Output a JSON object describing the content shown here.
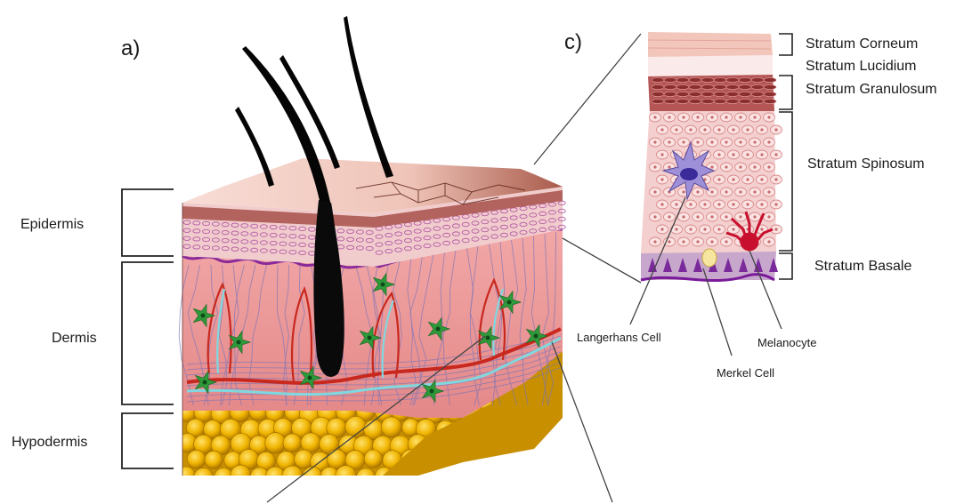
{
  "panels": {
    "a": "a)",
    "c": "c)"
  },
  "skin_layers": {
    "epidermis": "Epidermis",
    "dermis": "Dermis",
    "hypodermis": "Hypodermis"
  },
  "strata": {
    "corneum": "Stratum Corneum",
    "lucidium": "Stratum Lucidium",
    "granulosum": "Stratum Granulosum",
    "spinosum": "Stratum Spinosum",
    "basale": "Stratum Basale"
  },
  "cells": {
    "langerhans": "Langerhans Cell",
    "melanocyte": "Melanocyte",
    "merkel": "Merkel Cell"
  },
  "colors": {
    "corneum": "#f4d0c8",
    "granulosum": "#a84848",
    "spinosum": "#f4cccc",
    "basale": "#c4a4c8",
    "dermis": "#ec9a9a",
    "fat": "#e0a800",
    "hair": "#000000",
    "fibroblast": "#2a9a3a",
    "langerhans": "#7a6ab8",
    "melanocyte": "#c8102e"
  }
}
